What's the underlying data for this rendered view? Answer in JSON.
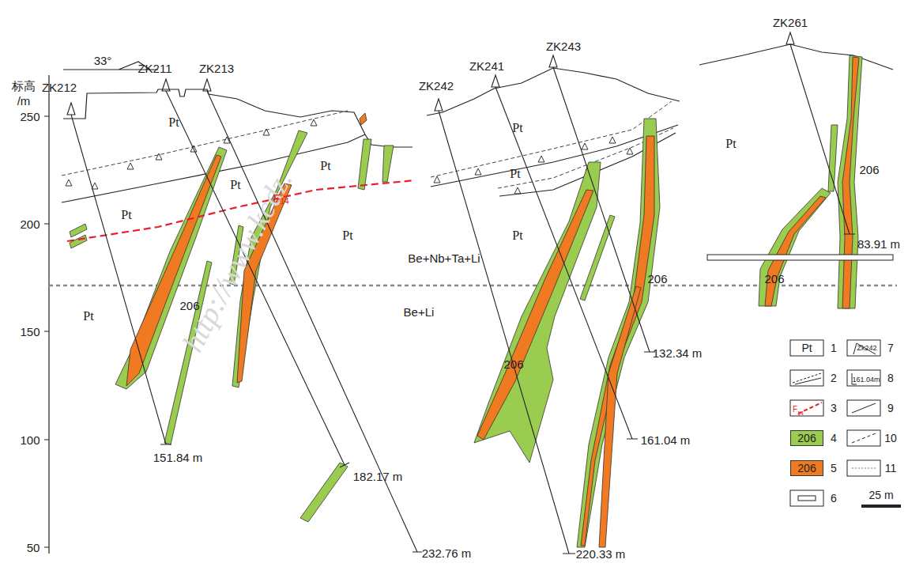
{
  "diagram": {
    "labels": [
      "33°",
      "标高",
      "/m",
      "250",
      "200",
      "150",
      "100",
      "50",
      "ZK212",
      "ZK211",
      "ZK213",
      "ZK242",
      "ZK241",
      "ZK243",
      "ZK261",
      "Pt",
      "Pt",
      "Pt",
      "Pt",
      "Pt",
      "Pt",
      "Pt",
      "Pt",
      "Pt",
      "Pt",
      "206",
      "206",
      "206",
      "206",
      "206",
      "F",
      "14",
      "Be+Nb+Ta+Li",
      "Be+Li",
      "151.84 m",
      "182.17 m",
      "232.76 m",
      "161.04 m",
      "132.34 m",
      "220.33 m",
      "83.91 m",
      "Pt",
      "206",
      "206",
      "Zk242",
      "161.04m",
      "F",
      "14",
      "25 m",
      "http://www.kcdz."
    ],
    "legend": [
      {
        "text": "1"
      },
      {
        "text": "2"
      },
      {
        "text": "3"
      },
      {
        "text": "4",
        "color": "#99cc4f"
      },
      {
        "text": "5",
        "color": "#f07a22"
      },
      {
        "text": "6"
      },
      {
        "text": "7"
      },
      {
        "text": "8"
      },
      {
        "text": "9"
      },
      {
        "text": "10"
      },
      {
        "text": "11"
      }
    ]
  }
}
